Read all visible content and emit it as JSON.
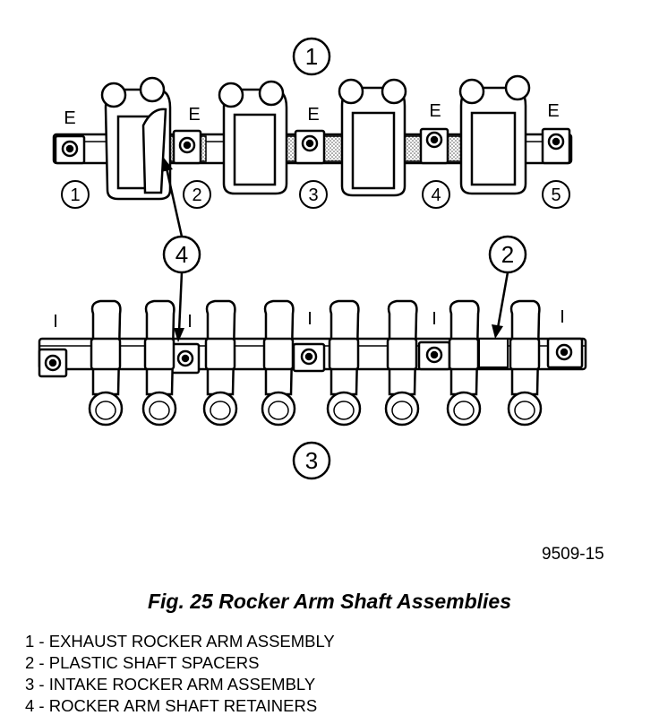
{
  "callouts": {
    "top_assembly": "1",
    "spacer_left": "4",
    "spacer_right": "2",
    "bottom_assembly": "3"
  },
  "exhaust_labels": [
    "E",
    "E",
    "E",
    "E",
    "E"
  ],
  "exhaust_positions": [
    "1",
    "2",
    "3",
    "4",
    "5"
  ],
  "intake_labels": [
    "I",
    "I",
    "I",
    "I",
    "I"
  ],
  "figure_code": "9509-15",
  "caption": "Fig. 25 Rocker Arm Shaft Assemblies",
  "legend": [
    {
      "num": "1",
      "text": "1 - EXHAUST ROCKER ARM ASSEMBLY"
    },
    {
      "num": "2",
      "text": "2 - PLASTIC SHAFT SPACERS"
    },
    {
      "num": "3",
      "text": "3 - INTAKE ROCKER ARM ASSEMBLY"
    },
    {
      "num": "4",
      "text": "4 - ROCKER ARM SHAFT RETAINERS"
    }
  ]
}
